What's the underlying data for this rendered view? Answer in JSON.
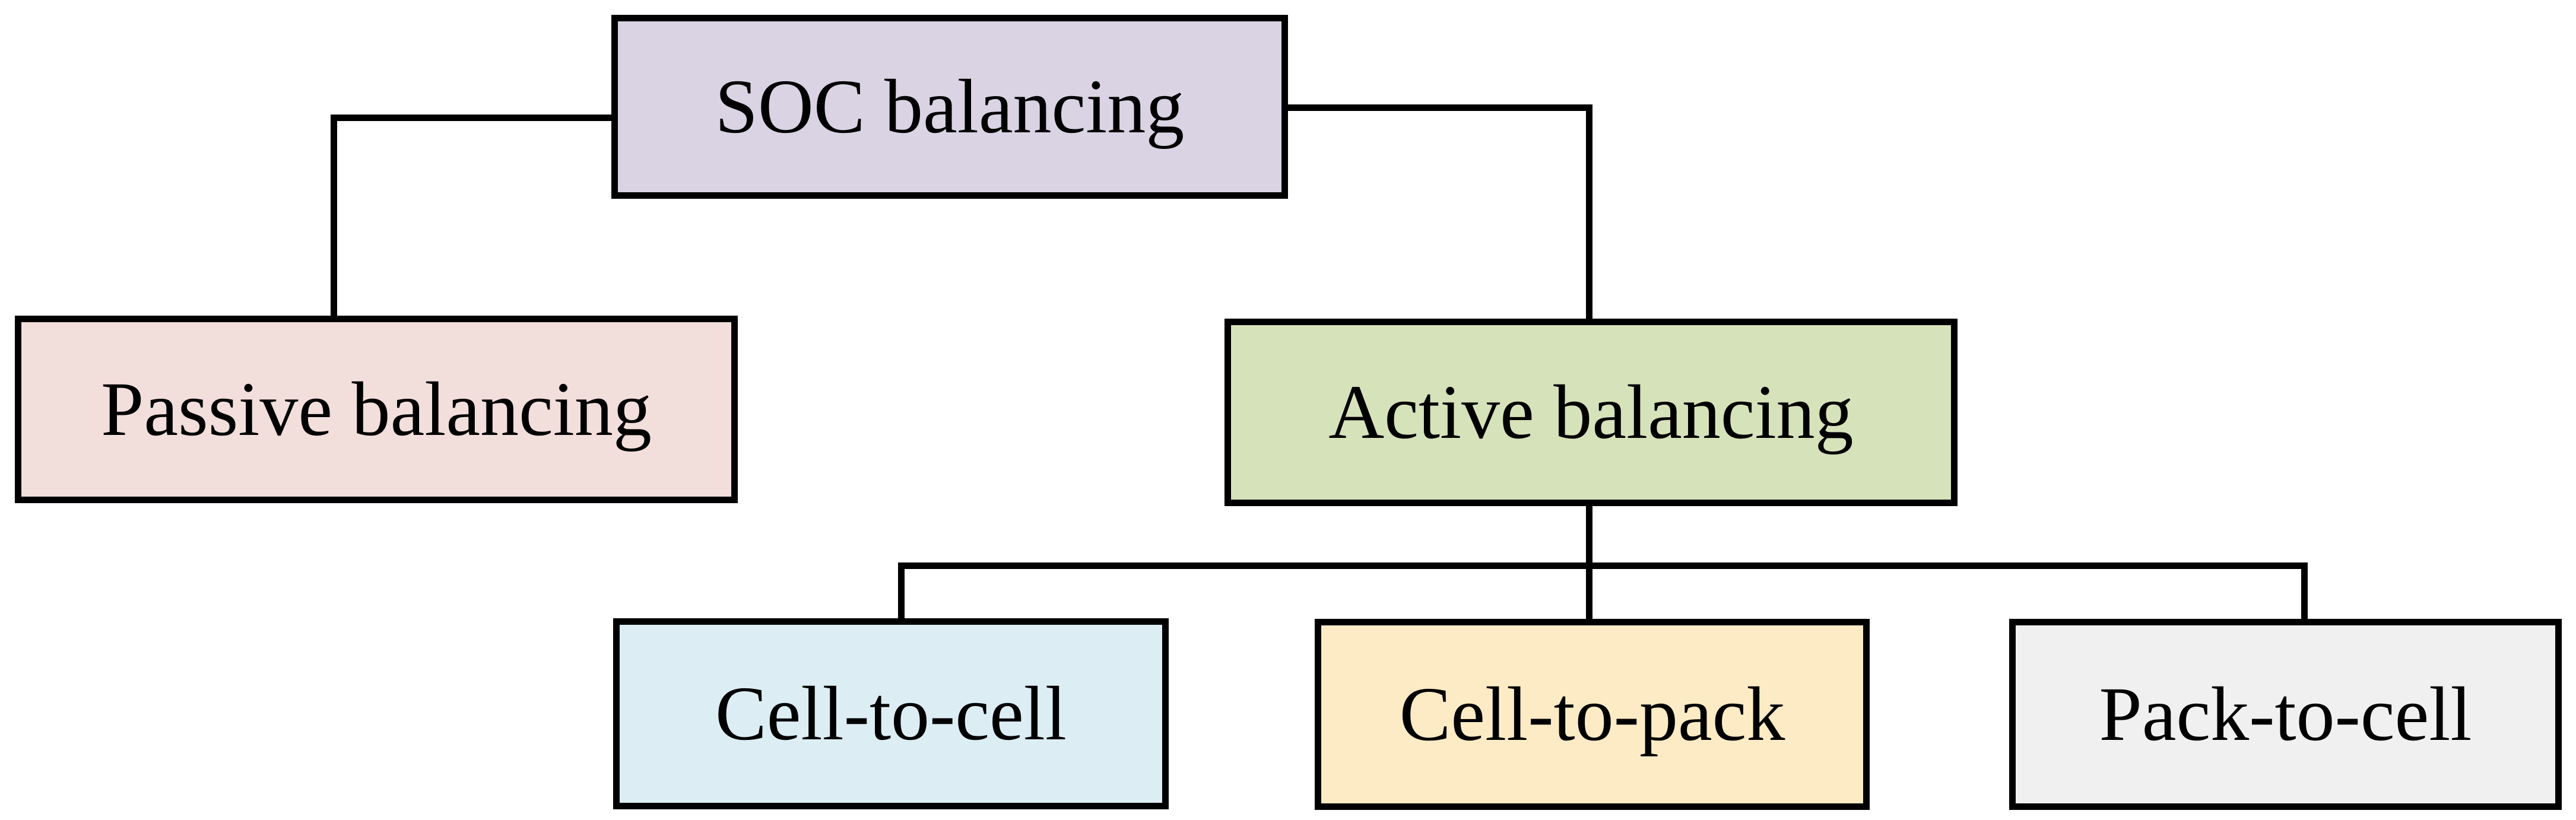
{
  "diagram": {
    "background": "#FFFFFF",
    "line_color": "#000000",
    "text_color": "#000000",
    "nodes": {
      "soc": {
        "label": "SOC balancing",
        "fill": "#D9D3E4"
      },
      "passive": {
        "label": "Passive balancing",
        "fill": "#F2DEDB"
      },
      "active": {
        "label": "Active balancing",
        "fill": "#D6E2BA"
      },
      "cell_to_cell": {
        "label": "Cell-to-cell",
        "fill": "#DCEEF4"
      },
      "cell_to_pack": {
        "label": "Cell-to-pack",
        "fill": "#FCEBC4"
      },
      "pack_to_cell": {
        "label": "Pack-to-cell",
        "fill": "#F0F0F0"
      }
    },
    "hierarchy": {
      "root": "SOC balancing",
      "root_children": [
        "Passive balancing",
        "Active balancing"
      ],
      "active_balancing_children": [
        "Cell-to-cell",
        "Cell-to-pack",
        "Pack-to-cell"
      ]
    }
  }
}
